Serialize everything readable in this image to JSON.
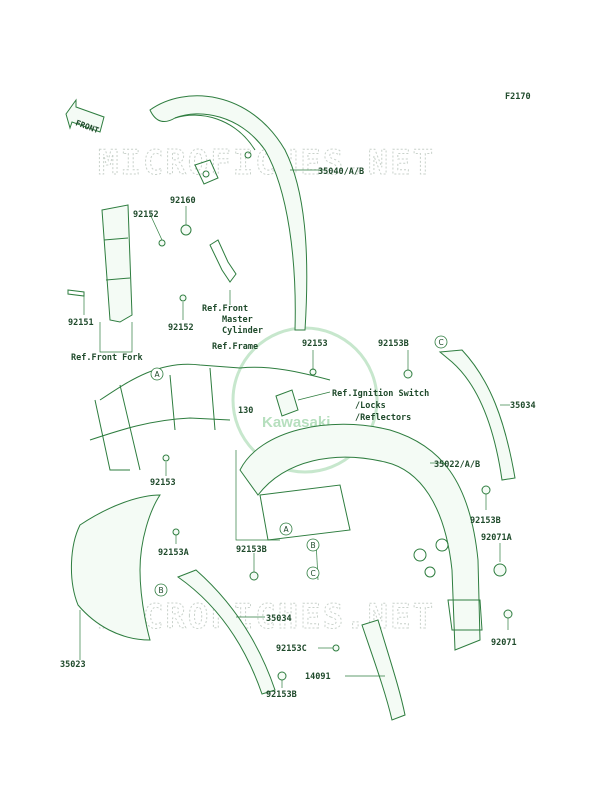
{
  "diagram_code": "F2170",
  "front_label": "FRONT",
  "watermark": "MICROFICHES.NET",
  "logo_text": "Kawasaki",
  "labels": {
    "p35040": "35040/A/B",
    "p92160": "92160",
    "p92152a": "92152",
    "p92152b": "92152",
    "p92151": "92151",
    "ref_front_fork": "Ref.Front Fork",
    "ref_master_1": "Ref.Front",
    "ref_master_2": "Master",
    "ref_master_3": "Cylinder",
    "ref_frame": "Ref.Frame",
    "p92153a": "92153",
    "p92153b_top": "92153B",
    "ref_ign_1": "Ref.Ignition Switch",
    "ref_ign_2": "/Locks",
    "ref_ign_3": "/Reflectors",
    "p130": "130",
    "p35034a": "35034",
    "p35022": "35022/A/B",
    "p92153_left": "92153",
    "p92153b_r": "92153B",
    "p92071a": "92071A",
    "p92153A": "92153A",
    "p92153b_mid": "92153B",
    "p35034b": "35034",
    "p92153c": "92153C",
    "p92071": "92071",
    "p14091": "14091",
    "p92153b_bot": "92153B",
    "p35023": "35023"
  },
  "callouts": {
    "A1": "A",
    "A2": "A",
    "B1": "B",
    "B2": "B",
    "C1": "C",
    "C2": "C"
  }
}
